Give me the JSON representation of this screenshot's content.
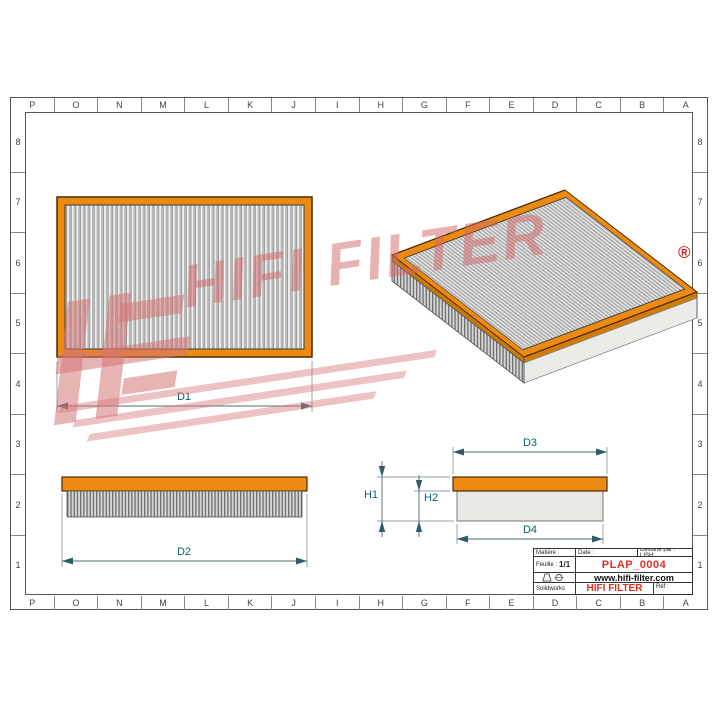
{
  "sheet": {
    "columns": [
      "P",
      "O",
      "N",
      "M",
      "L",
      "K",
      "J",
      "I",
      "H",
      "G",
      "F",
      "E",
      "D",
      "C",
      "B",
      "A"
    ],
    "rows": [
      "8",
      "7",
      "6",
      "5",
      "4",
      "3",
      "2",
      "1"
    ]
  },
  "dims": {
    "d1": "D1",
    "d2": "D2",
    "d3": "D3",
    "d4": "D4",
    "h1": "H1",
    "h2": "H2"
  },
  "brand": {
    "watermark": "HIFI FILTER",
    "registered": "®"
  },
  "title_block": {
    "material_label": "Matière :",
    "date_label": "Date :",
    "drawn_by_label": "Dessiné par : LISH",
    "sheet_label": "Feuille :",
    "sheet_value": "1/1",
    "part_number": "PLAP_0004",
    "website": "www.hifi-filter.com",
    "software": "Solidworks",
    "brand_name": "HIFI FILTER",
    "ref_label": "Réf :"
  },
  "colors": {
    "frame_orange": "#EC8A12",
    "accent_red": "#D21F1A",
    "dimension_text": "#0B5E66",
    "watermark_pink": "#D98585"
  }
}
